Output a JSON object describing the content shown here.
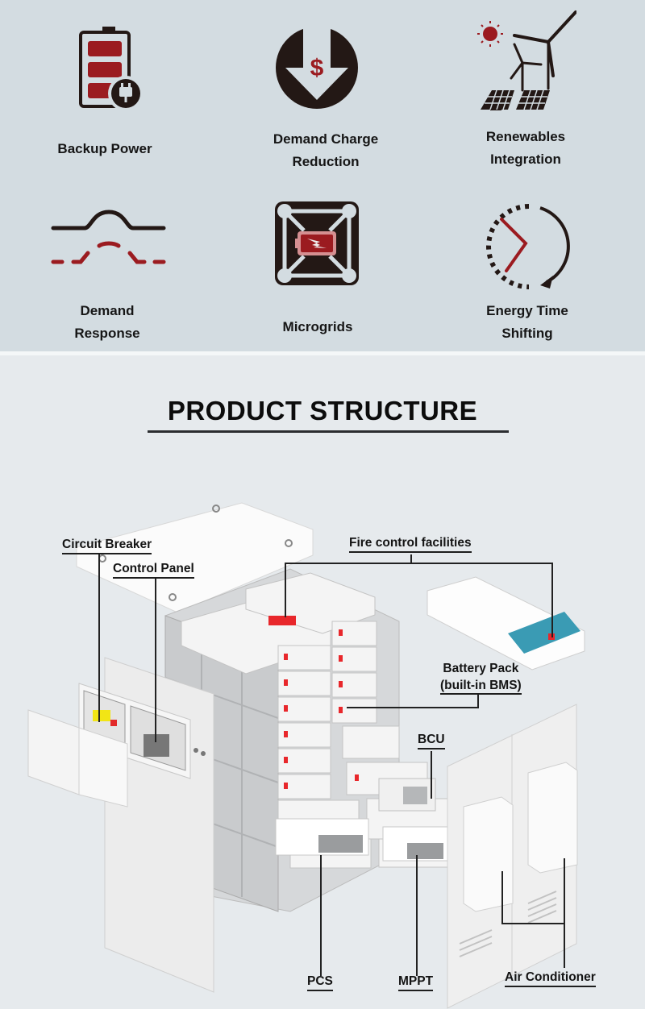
{
  "features": {
    "items": [
      {
        "id": "backup-power",
        "label_lines": [
          "Backup Power"
        ],
        "icon": "battery-plug-icon"
      },
      {
        "id": "demand-charge-reduction",
        "label_lines": [
          "Demand Charge",
          "Reduction"
        ],
        "icon": "dollar-down-arrow-icon"
      },
      {
        "id": "renewables-integration",
        "label_lines": [
          "Renewables",
          "Integration"
        ],
        "icon": "solar-wind-icon"
      },
      {
        "id": "demand-response",
        "label_lines": [
          "Demand",
          "Response"
        ],
        "icon": "demand-curve-icon"
      },
      {
        "id": "microgrids",
        "label_lines": [
          "Microgrids"
        ],
        "icon": "microgrid-battery-icon"
      },
      {
        "id": "energy-time-shifting",
        "label_lines": [
          "Energy Time",
          "Shifting"
        ],
        "icon": "clock-arrow-icon"
      }
    ]
  },
  "structure": {
    "title": "PRODUCT STRUCTURE",
    "callouts": {
      "circuit_breaker": "Circuit Breaker",
      "control_panel": "Control Panel",
      "fire_control": "Fire control facilities",
      "battery_pack_line1": "Battery Pack",
      "battery_pack_line2": "(built-in BMS)",
      "bcu": "BCU",
      "pcs": "PCS",
      "mppt": "MPPT",
      "air_conditioner": "Air Conditioner"
    }
  },
  "colors": {
    "accent_red": "#9b1b20",
    "icon_dark": "#231815",
    "top_bg": "#d3dce1",
    "bottom_bg": "#e6eaed"
  }
}
